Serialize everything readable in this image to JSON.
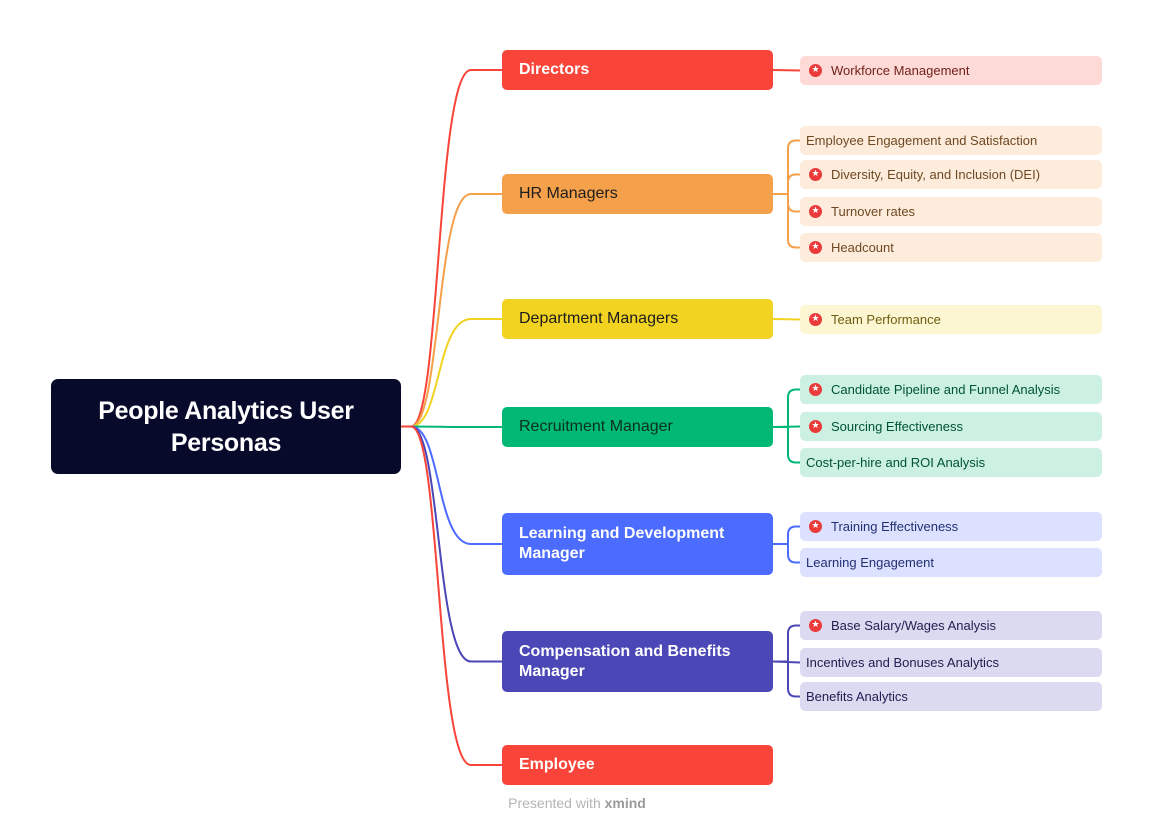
{
  "root": {
    "label": "People Analytics User Personas"
  },
  "colors": {
    "root_bg": "#070a2a",
    "red": "#f84439",
    "orange": "#f5a04b",
    "yellow": "#f2d321",
    "green": "#01b975",
    "blue": "#4c6bff",
    "indigo": "#4b47b6",
    "star": "#ea3a3a"
  },
  "branches": [
    {
      "id": "directors",
      "label": "Directors",
      "color": "#f84439",
      "text_color": "#ffffff",
      "leaves": [
        {
          "label": "Workforce Management",
          "starred": true
        }
      ]
    },
    {
      "id": "hr-managers",
      "label": "HR Managers",
      "color": "#f5a04b",
      "text_color": "#1d1d1d",
      "leaves": [
        {
          "label": "Employee Engagement and Satisfaction",
          "starred": false
        },
        {
          "label": "Diversity, Equity, and Inclusion (DEI)",
          "starred": true
        },
        {
          "label": "Turnover rates",
          "starred": true
        },
        {
          "label": "Headcount",
          "starred": true
        }
      ]
    },
    {
      "id": "department-managers",
      "label": "Department Managers",
      "color": "#f2d321",
      "text_color": "#1d1d1d",
      "leaves": [
        {
          "label": "Team Performance",
          "starred": true
        }
      ]
    },
    {
      "id": "recruitment-manager",
      "label": "Recruitment Manager",
      "color": "#01b975",
      "text_color": "#0b2f20",
      "leaves": [
        {
          "label": "Candidate Pipeline and Funnel Analysis",
          "starred": true
        },
        {
          "label": "Sourcing Effectiveness",
          "starred": true
        },
        {
          "label": "Cost-per-hire and ROI Analysis",
          "starred": false
        }
      ]
    },
    {
      "id": "learning-development-manager",
      "label": "Learning and Development Manager",
      "color": "#4c6bff",
      "text_color": "#ffffff",
      "leaves": [
        {
          "label": "Training Effectiveness",
          "starred": true
        },
        {
          "label": "Learning Engagement",
          "starred": false
        }
      ]
    },
    {
      "id": "compensation-benefits-manager",
      "label": "Compensation and Benefits Manager",
      "color": "#4b47b6",
      "text_color": "#ffffff",
      "leaves": [
        {
          "label": "Base Salary/Wages Analysis",
          "starred": true
        },
        {
          "label": "Incentives and Bonuses Analytics",
          "starred": false
        },
        {
          "label": "Benefits Analytics",
          "starred": false
        }
      ]
    },
    {
      "id": "employee",
      "label": "Employee",
      "color": "#f84439",
      "text_color": "#ffffff",
      "leaves": []
    }
  ],
  "footer": {
    "prefix": "Presented with",
    "brand": "xmind"
  }
}
